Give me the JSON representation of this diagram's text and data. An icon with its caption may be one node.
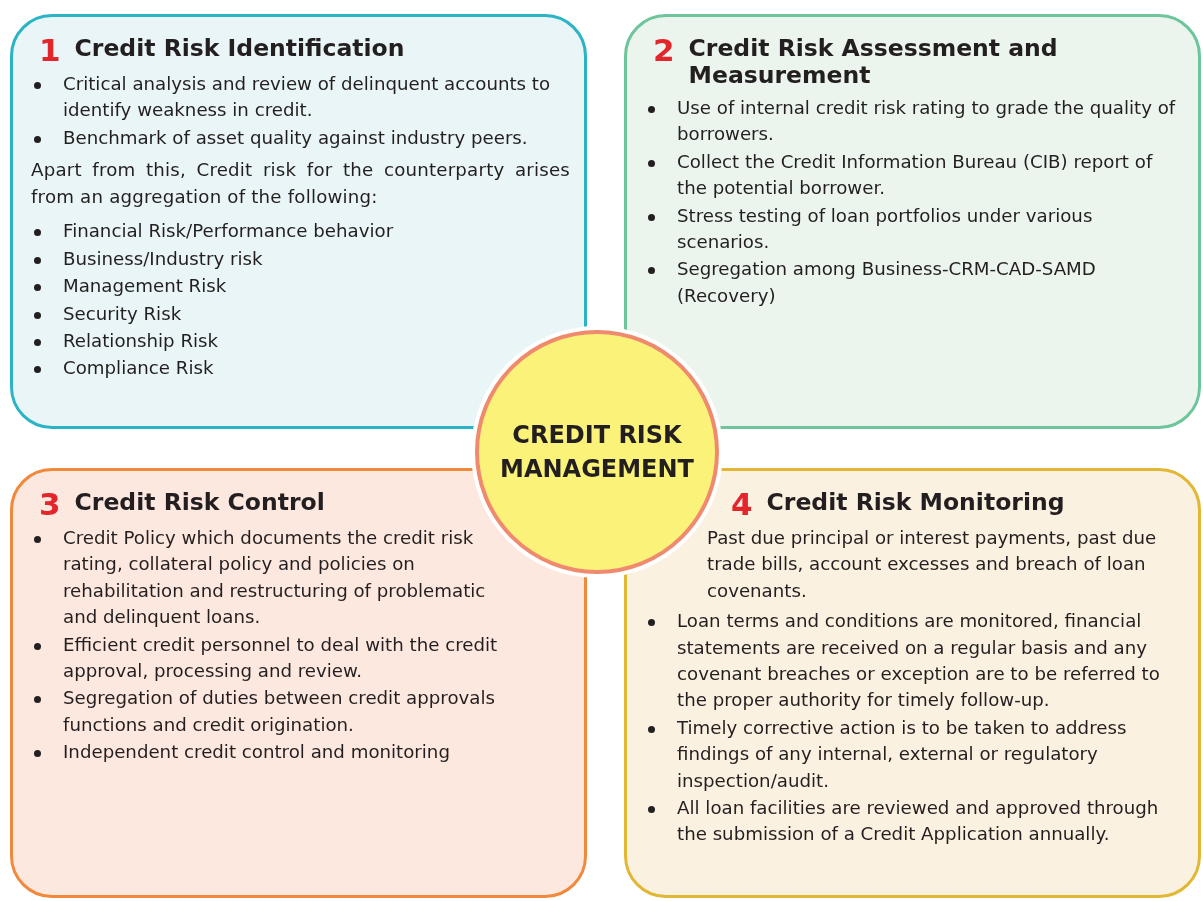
{
  "diagram": {
    "nodes": [
      {
        "text": [
          "1",
          "Credit Risk Identification",
          "Critical analysis and review of delinquent accounts to identify weakness in credit.",
          "Benchmark of asset quality against industry peers.",
          "Apart from this, Credit risk for the counterparty arises from an aggregation of the following:",
          "Financial Risk/Performance behavior",
          "Business/Industry risk",
          "Management Risk",
          "Security Risk",
          "Relationship Risk",
          "Compliance Risk"
        ]
      },
      {
        "text": [
          "2",
          "Credit Risk Assessment and Measurement",
          "Use of internal credit risk rating to grade the quality of borrowers.",
          "Collect the Credit Information Bureau (CIB) report of the potential borrower.",
          "Stress testing of loan portfolios under various scenarios.",
          "Segregation among Business-CRM-CAD-SAMD (Recovery)"
        ]
      },
      {
        "text": [
          "CREDIT RISK MANAGEMENT"
        ]
      },
      {
        "text": [
          "3",
          "Credit Risk Control",
          "Credit Policy which documents the credit risk rating, collateral policy and policies on rehabilitation and restructuring of problematic and delinquent loans.",
          "Efficient credit personnel to deal with the credit approval, processing and review.",
          "Segregation of duties between credit approvals functions and credit origination.",
          "Independent credit control and monitoring"
        ]
      },
      {
        "text": [
          "4",
          "Credit Risk Monitoring",
          "Past due principal or interest payments, past due trade bills, account excesses and breach of loan covenants.",
          "Loan terms and conditions are monitored, financial statements are received on a regular basis and any covenant breaches or exception are to be referred to the proper authority for timely follow-up.",
          "Timely corrective action is to be taken to address findings of any internal, external or regulatory inspection/audit.",
          "All loan facilities are reviewed and approved through the submission of a Credit Application annually."
        ]
      }
    ],
    "edges": []
  }
}
